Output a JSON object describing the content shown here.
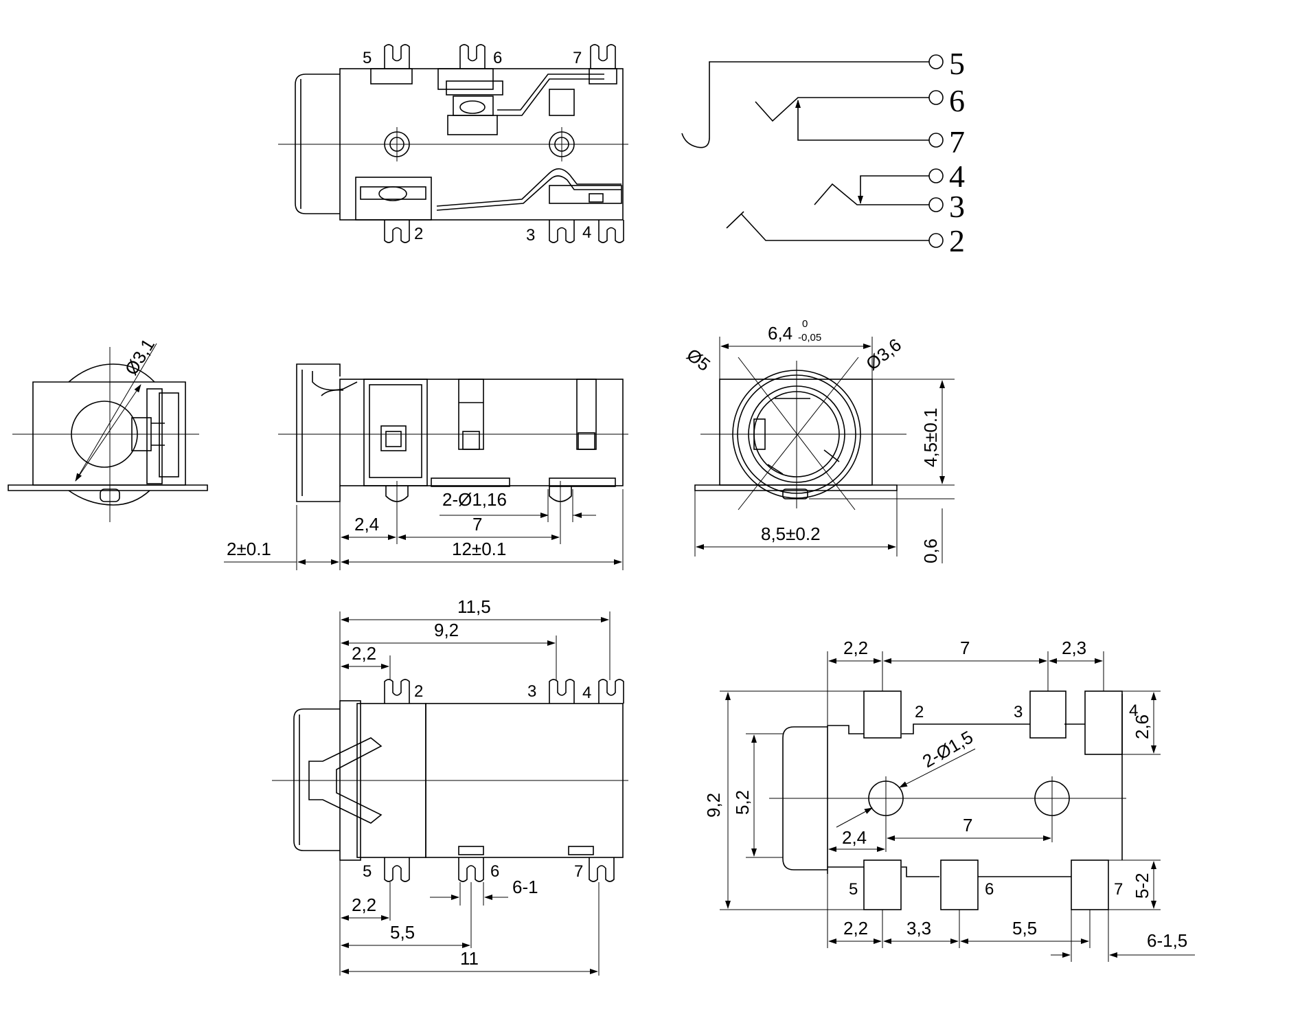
{
  "schematic": {
    "terminals": [
      "5",
      "6",
      "7",
      "4",
      "3",
      "2"
    ]
  },
  "top_view": {
    "pins_top": [
      "5",
      "6",
      "7"
    ],
    "pins_bottom": [
      "2",
      "3",
      "4"
    ]
  },
  "side_view": {
    "dim_hole": "2-Ø1,16",
    "dim_24": "2,4",
    "dim_7": "7",
    "dim_12": "12±0.1",
    "dim_2": "2±0.1"
  },
  "end_view": {
    "dim_d31": "Ø3,1"
  },
  "front_view": {
    "dim_64": "6,4",
    "dim_64_sup": "0",
    "dim_64_sub": "-0,05",
    "dim_d5": "Ø5",
    "dim_d36": "Ø3,6",
    "dim_45": "4,5±0.1",
    "dim_06": "0,6",
    "dim_85": "8,5±0.2"
  },
  "bottom_view": {
    "dim_115": "11,5",
    "dim_92": "9,2",
    "dim_22a": "2,2",
    "pins_top": [
      "2",
      "3",
      "4"
    ],
    "pins_bottom": [
      "5",
      "6",
      "7"
    ],
    "dim_61": "6-1",
    "dim_22b": "2,2",
    "dim_55": "5,5",
    "dim_11": "11"
  },
  "footprint": {
    "dim_22_top": "2,2",
    "dim_7_top": "7",
    "dim_23_top": "2,3",
    "dim_26": "2,6",
    "dim_92": "9,2",
    "dim_52": "5,2",
    "dim_holes": "2-Ø1,5",
    "dim_24": "2,4",
    "dim_7_mid": "7",
    "dim_5_2": "5-2",
    "dim_22_bot": "2,2",
    "dim_33": "3,3",
    "dim_55": "5,5",
    "dim_615": "6-1,5",
    "pads_top": [
      "2",
      "3",
      "4"
    ],
    "pads_bottom": [
      "5",
      "6",
      "7"
    ]
  }
}
